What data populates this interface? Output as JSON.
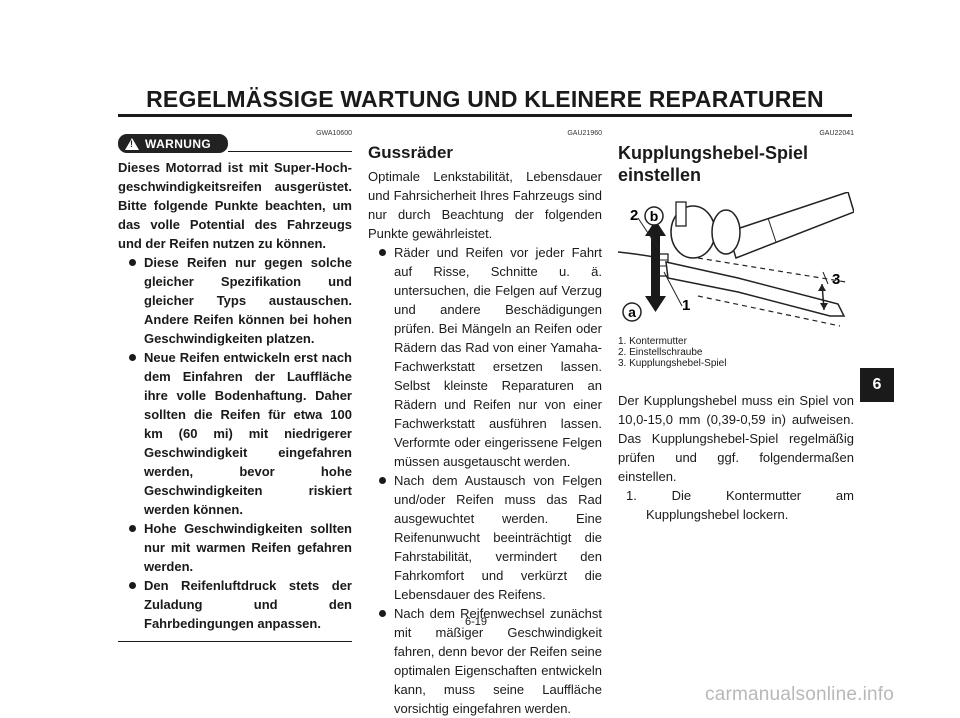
{
  "header": {
    "title": "REGELMÄSSIGE WARTUNG UND KLEINERE REPARATUREN"
  },
  "warning": {
    "code": "GWA10600",
    "label": "WARNUNG",
    "intro": "Dieses Motorrad ist mit Super-Hoch­geschwindigkeitsreifen ausgerüstet. Bitte folgende Punkte beachten, um das volle Potential des Fahrzeugs und der Reifen nutzen zu können.",
    "bullets": [
      "Diese Reifen nur gegen solche gleicher Spezifikation und gleicher Typs austauschen. Andere Reifen können bei hohen Geschwindigkeiten platzen.",
      "Neue Reifen entwickeln erst nach dem Einfahren der Lauffläche ihre volle Bodenhaftung. Daher sollten die Reifen für etwa 100 km (60 mi) mit niedrigerer Geschwindigkeit eingefahren werden, bevor hohe Geschwindigkeiten riskiert werden können.",
      "Hohe Geschwindigkeiten sollten nur mit warmen Reifen gefahren werden.",
      "Den Reifenluftdruck stets der Zuladung und den Fahrbedingungen anpassen."
    ]
  },
  "gussraeder": {
    "code": "GAU21960",
    "title": "Gussräder",
    "intro": "Optimale Lenkstabilität, Lebensdauer und Fahrsicherheit Ihres Fahrzeugs sind nur durch Beachtung der folgenden Punkte gewährleistet.",
    "bullets": [
      "Räder und Reifen vor jeder Fahrt auf Risse, Schnitte u. ä. untersuchen, die Felgen auf Verzug und andere Beschädigungen prüfen. Bei Mängeln an Reifen oder Rädern das Rad von einer Yamaha-Fachwerkstatt ersetzen lassen. Selbst kleinste Reparaturen an Rädern und Reifen nur von einer Fachwerkstatt ausführen lassen. Verformte oder eingerissene Felgen müssen ausgetauscht werden.",
      "Nach dem Austausch von Felgen und/oder Reifen muss das Rad ausgewuchtet werden. Eine Reifenunwucht beeinträchtigt die Fahrstabilität, vermindert den Fahrkomfort und verkürzt die Lebensdauer des Reifens.",
      "Nach dem Reifenwechsel zunächst mit mäßiger Geschwindigkeit fahren, denn bevor der Reifen seine optimalen Eigenschaften entwickeln kann, muss seine Lauffläche vorsichtig eingefahren werden."
    ]
  },
  "kupplung": {
    "code": "GAU22041",
    "title_line1": "Kupplungshebel-Spiel",
    "title_line2": "einstellen",
    "figure_labels": {
      "l1": "1",
      "l2": "2",
      "l3": "3",
      "la": "a",
      "lb": "b"
    },
    "captions": [
      "1. Kontermutter",
      "2. Einstellschraube",
      "3. Kupplungshebel-Spiel"
    ],
    "body": "Der Kupplungshebel muss ein Spiel von 10,0-15,0 mm (0,39-0,59 in) aufweisen. Das Kupplungshebel-Spiel regelmäßig prüfen und ggf. folgendermaßen einstellen.",
    "steps": [
      "1. Die Kontermutter am Kupplungshebel lockern."
    ]
  },
  "page_number": "6-19",
  "chapter_tab": "6",
  "watermark": "carmanualsonline.info"
}
